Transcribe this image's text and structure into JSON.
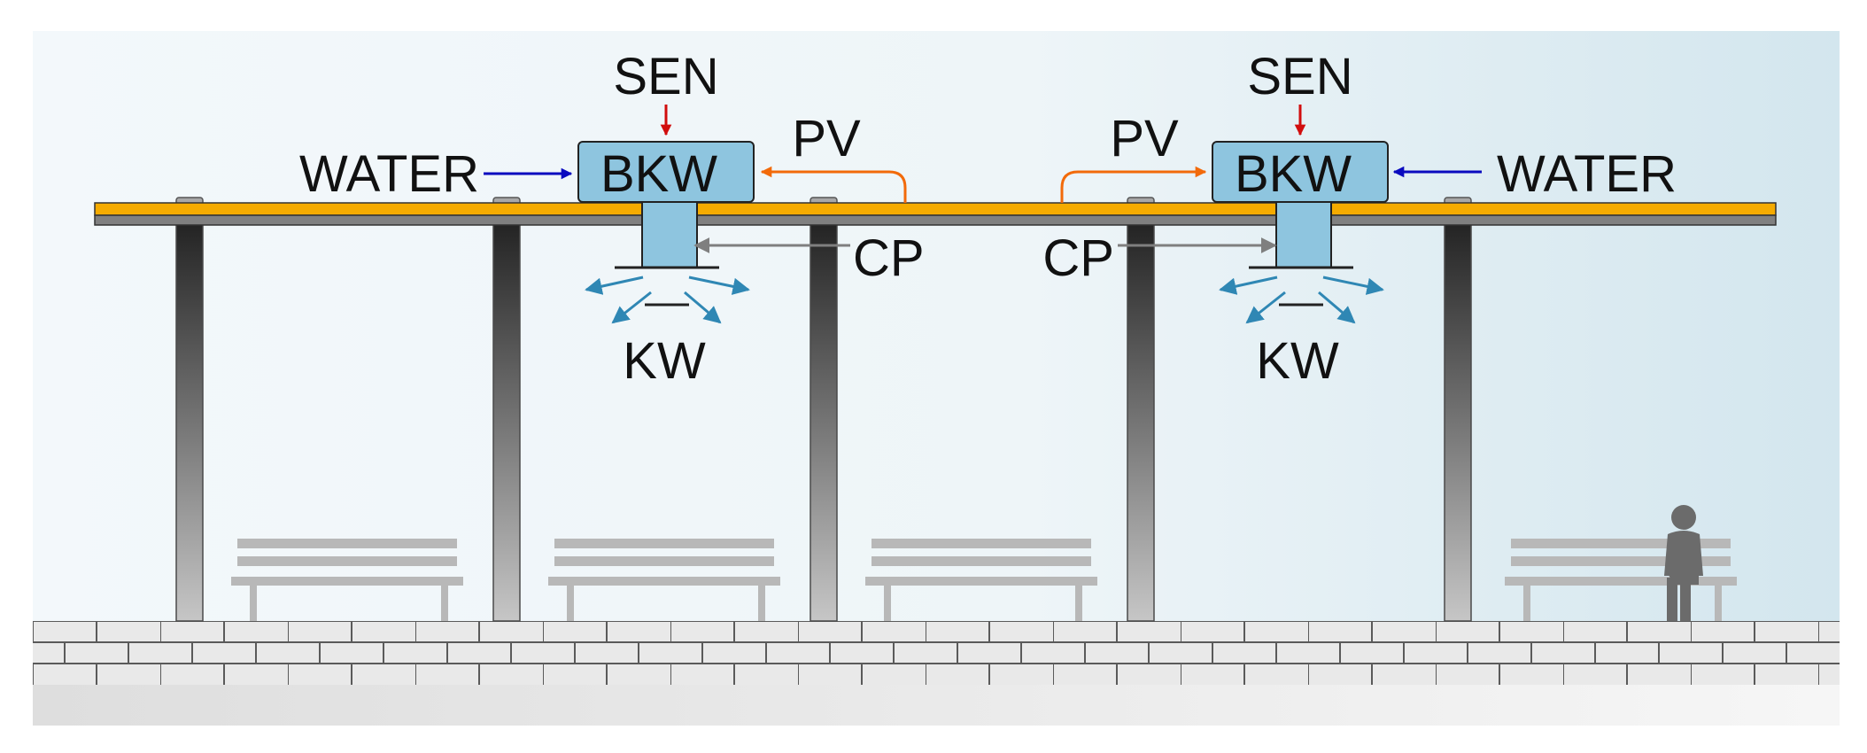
{
  "labels": {
    "left": {
      "sen": "SEN",
      "unit": "BKW",
      "water": "WATER",
      "pv": "PV",
      "cp": "CP",
      "kw": "KW"
    },
    "right": {
      "sen": "SEN",
      "unit": "BKW",
      "water": "WATER",
      "pv": "PV",
      "cp": "CP",
      "kw": "KW"
    }
  },
  "colors": {
    "unit_fill": "#8ec5df",
    "sen_arrow": "#d10d0d",
    "water_arrow": "#0a0abf",
    "pv_arrow": "#f26a0a",
    "cp_arrow": "#7f7f7f",
    "kw_arrow": "#2f87b4",
    "roof": "#f5ab00",
    "person": "#6b6b6b"
  }
}
